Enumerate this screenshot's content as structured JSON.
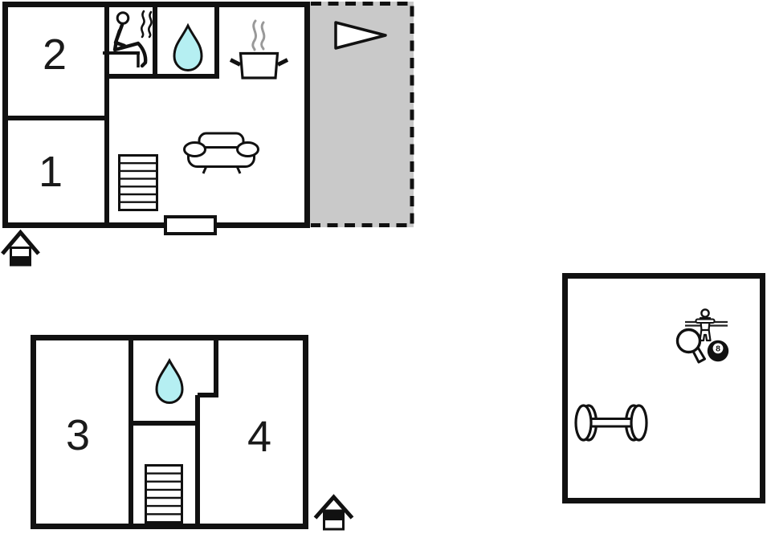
{
  "document": {
    "type": "vacation-home-floor-plan",
    "background": "#ffffff"
  },
  "colors": {
    "line": "#111111",
    "water_drop_fill": "#b5eff2",
    "terrace_fill": "#c9c9c9",
    "steam_gray": "#999999",
    "billiard_ball": "#111111"
  },
  "upper_floor_plan": {
    "name": "upper-floor",
    "rooms": [
      {
        "label": "2"
      },
      {
        "label": "1"
      }
    ],
    "features": [
      "sauna",
      "shower",
      "kitchen",
      "living-room-sofa",
      "stairs",
      "entrance-door",
      "terrace",
      "flag",
      "house-entrance-marker"
    ]
  },
  "lower_floor_plan": {
    "name": "lower-floor",
    "rooms": [
      {
        "label": "3"
      },
      {
        "label": "4"
      }
    ],
    "features": [
      "bathroom",
      "stairs",
      "house-entrance-marker"
    ]
  },
  "activity_room": {
    "name": "activity-room",
    "features": [
      "foosball",
      "table-tennis",
      "billiards",
      "fitness-dumbbell"
    ],
    "billiard_ball_label": "8"
  }
}
